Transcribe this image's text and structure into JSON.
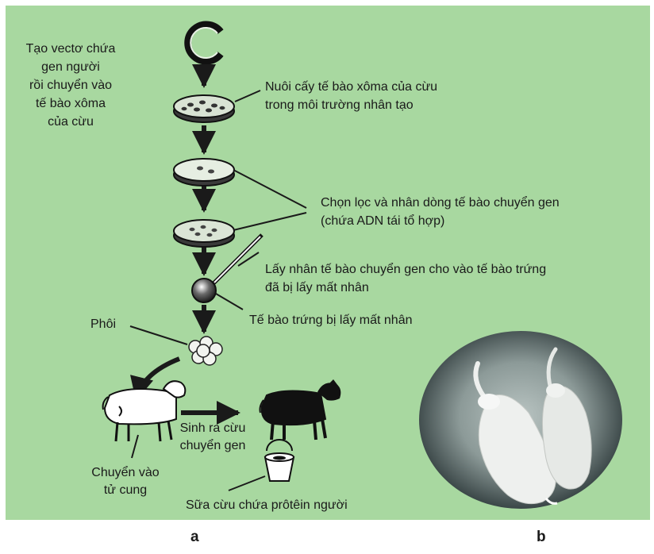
{
  "labels": {
    "vector_lines": [
      "Tạo vectơ chứa",
      "gen người",
      "rồi chuyển vào",
      "tế bào xôma",
      "của cừu"
    ],
    "culture_lines": [
      "Nuôi cấy tế bào xôma của cừu",
      "trong môi trường nhân tạo"
    ],
    "select_lines": [
      "Chọn lọc và nhân dòng tế bào chuyển gen",
      "(chứa ADN tái tổ hợp)"
    ],
    "transfer_lines": [
      "Lấy nhân tế bào chuyển gen cho vào tế bào trứng",
      "đã bị lấy mất nhân"
    ],
    "enucleated_egg": "Tế bào trứng bị lấy mất nhân",
    "embryo": "Phôi",
    "birth_lines": [
      "Sinh ra cừu",
      "chuyển gen"
    ],
    "uterus_lines": [
      "Chuyển vào",
      "tử cung"
    ],
    "milk": "Sữa cừu chứa prôtêin người"
  },
  "panels": {
    "a": "a",
    "b": "b"
  },
  "colors": {
    "background": "#a8d8a0",
    "ink": "#1a1a1a",
    "photo_vignette": "#3a4a4c",
    "mice": "#eef0ee"
  }
}
